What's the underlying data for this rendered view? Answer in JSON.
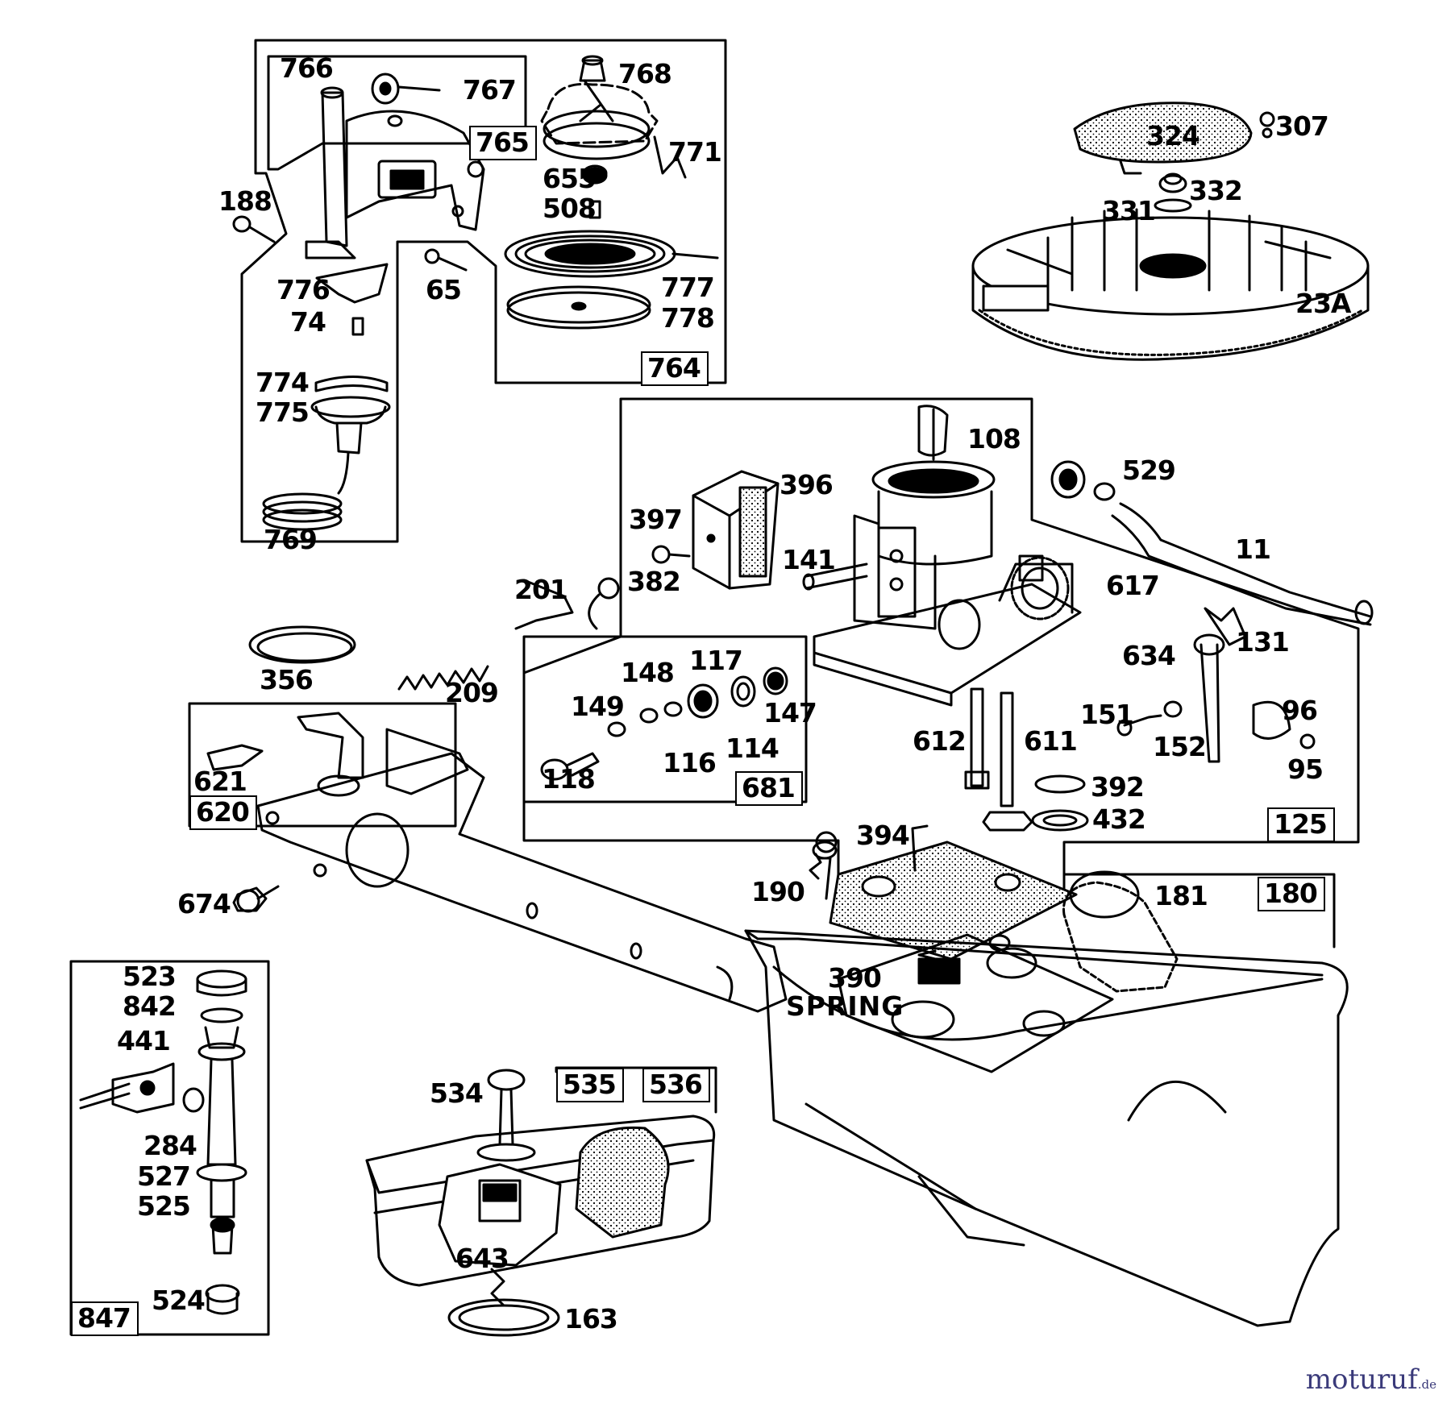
{
  "parts": [
    {
      "id": "766",
      "boxed": false
    },
    {
      "id": "767",
      "boxed": false
    },
    {
      "id": "768",
      "boxed": false
    },
    {
      "id": "765",
      "boxed": true
    },
    {
      "id": "771",
      "boxed": false
    },
    {
      "id": "655",
      "boxed": false
    },
    {
      "id": "508",
      "boxed": false
    },
    {
      "id": "188",
      "boxed": false
    },
    {
      "id": "65",
      "boxed": false
    },
    {
      "id": "776",
      "boxed": false
    },
    {
      "id": "74",
      "boxed": false
    },
    {
      "id": "777",
      "boxed": false
    },
    {
      "id": "778",
      "boxed": false
    },
    {
      "id": "764",
      "boxed": true
    },
    {
      "id": "774",
      "boxed": false
    },
    {
      "id": "775",
      "boxed": false
    },
    {
      "id": "769",
      "boxed": false
    },
    {
      "id": "324",
      "boxed": false
    },
    {
      "id": "307",
      "boxed": false
    },
    {
      "id": "332",
      "boxed": false
    },
    {
      "id": "331",
      "boxed": false
    },
    {
      "id": "23A",
      "boxed": false
    },
    {
      "id": "108",
      "boxed": false
    },
    {
      "id": "396",
      "boxed": false
    },
    {
      "id": "397",
      "boxed": false
    },
    {
      "id": "529",
      "boxed": false
    },
    {
      "id": "11",
      "boxed": false
    },
    {
      "id": "141",
      "boxed": false
    },
    {
      "id": "201",
      "boxed": false
    },
    {
      "id": "382",
      "boxed": false
    },
    {
      "id": "617",
      "boxed": false
    },
    {
      "id": "131",
      "boxed": false
    },
    {
      "id": "634",
      "boxed": false
    },
    {
      "id": "356",
      "boxed": false
    },
    {
      "id": "209",
      "boxed": false
    },
    {
      "id": "117",
      "boxed": false
    },
    {
      "id": "148",
      "boxed": false
    },
    {
      "id": "149",
      "boxed": false
    },
    {
      "id": "147",
      "boxed": false
    },
    {
      "id": "114",
      "boxed": false
    },
    {
      "id": "116",
      "boxed": false
    },
    {
      "id": "118",
      "boxed": false
    },
    {
      "id": "681",
      "boxed": true
    },
    {
      "id": "96",
      "boxed": false
    },
    {
      "id": "151",
      "boxed": false
    },
    {
      "id": "612",
      "boxed": false
    },
    {
      "id": "611",
      "boxed": false
    },
    {
      "id": "152",
      "boxed": false
    },
    {
      "id": "95",
      "boxed": false
    },
    {
      "id": "621",
      "boxed": false
    },
    {
      "id": "620",
      "boxed": true
    },
    {
      "id": "392",
      "boxed": false
    },
    {
      "id": "432",
      "boxed": false
    },
    {
      "id": "125",
      "boxed": true
    },
    {
      "id": "394",
      "boxed": false
    },
    {
      "id": "190",
      "boxed": false
    },
    {
      "id": "181",
      "boxed": false
    },
    {
      "id": "180",
      "boxed": true
    },
    {
      "id": "674",
      "boxed": false
    },
    {
      "id": "523",
      "boxed": false
    },
    {
      "id": "842",
      "boxed": false
    },
    {
      "id": "390",
      "boxed": false
    },
    {
      "id": "SPRING",
      "boxed": false
    },
    {
      "id": "441",
      "boxed": false
    },
    {
      "id": "534",
      "boxed": false
    },
    {
      "id": "535",
      "boxed": true
    },
    {
      "id": "536",
      "boxed": true
    },
    {
      "id": "284",
      "boxed": false
    },
    {
      "id": "527",
      "boxed": false
    },
    {
      "id": "525",
      "boxed": false
    },
    {
      "id": "643",
      "boxed": false
    },
    {
      "id": "524",
      "boxed": false
    },
    {
      "id": "163",
      "boxed": false
    },
    {
      "id": "847",
      "boxed": true
    }
  ],
  "watermark": {
    "name": "moturuf",
    "tld": ".de"
  },
  "colors": {
    "ink": "#000000",
    "paper": "#ffffff",
    "watermark_main": "#3a3a7a",
    "watermark_accent": "#c87418"
  }
}
